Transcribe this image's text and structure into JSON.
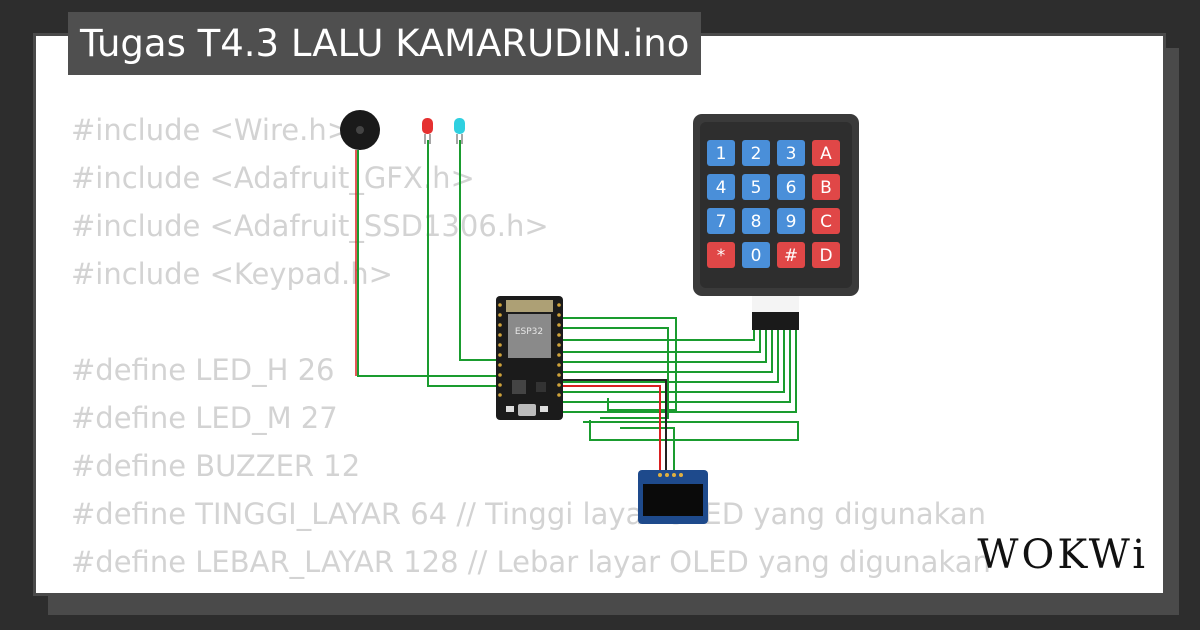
{
  "title": "Tugas T4.3 LALU KAMARUDIN.ino",
  "code_lines": [
    "#include <Wire.h>",
    "#include <Adafruit_GFX.h>",
    "#include <Adafruit_SSD1306.h>",
    "#include <Keypad.h>",
    "",
    "#define LED_H 26",
    "#define LED_M 27",
    "#define BUZZER 12",
    "#define TINGGI_LAYAR 64 // Tinggi layar OLED yang digunakan",
    "#define LEBAR_LAYAR 128 // Lebar layar OLED yang digunakan"
  ],
  "esp32_label": "ESP32",
  "keypad_keys": [
    "1",
    "2",
    "3",
    "A",
    "4",
    "5",
    "6",
    "B",
    "7",
    "8",
    "9",
    "C",
    "*",
    "0",
    "#",
    "D"
  ],
  "logo": "WOKWi",
  "colors": {
    "wire": "#1a9c2f",
    "key_blue": "#4a8fd9",
    "key_red": "#e04747",
    "led_red": "#e53030",
    "led_cyan": "#2fd0e0"
  }
}
